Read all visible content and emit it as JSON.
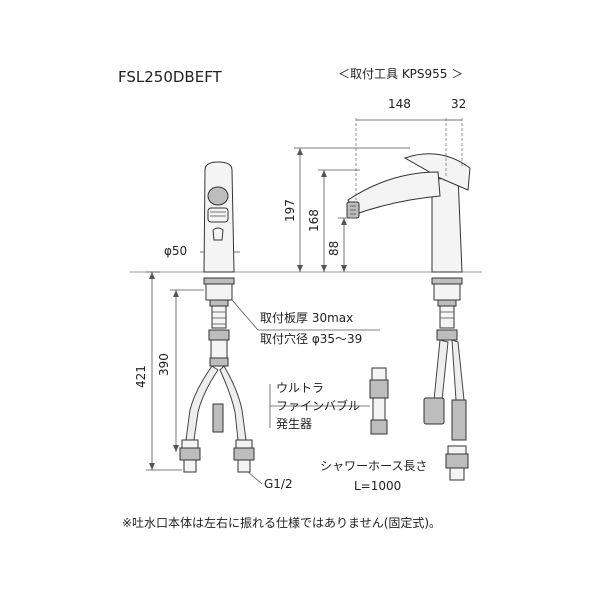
{
  "model": "FSL250DBEFT",
  "tool_note": "＜取付工具 KPS955 ＞",
  "dims": {
    "d148": "148",
    "d32": "32",
    "d197": "197",
    "d168": "168",
    "d88": "88",
    "phi50": "φ50",
    "d421": "421",
    "d390": "390"
  },
  "mount": {
    "thickness": "取付板厚 30max",
    "hole": "取付穴径 φ35～39"
  },
  "bubble_label": [
    "ウルトラ",
    "ファインバブル",
    "発生器"
  ],
  "shower_hose": [
    "シャワーホース長さ",
    "L=1000"
  ],
  "thread": "G1/2",
  "footnote": "※吐水口本体は左右に振れる仕様ではありません(固定式)。"
}
